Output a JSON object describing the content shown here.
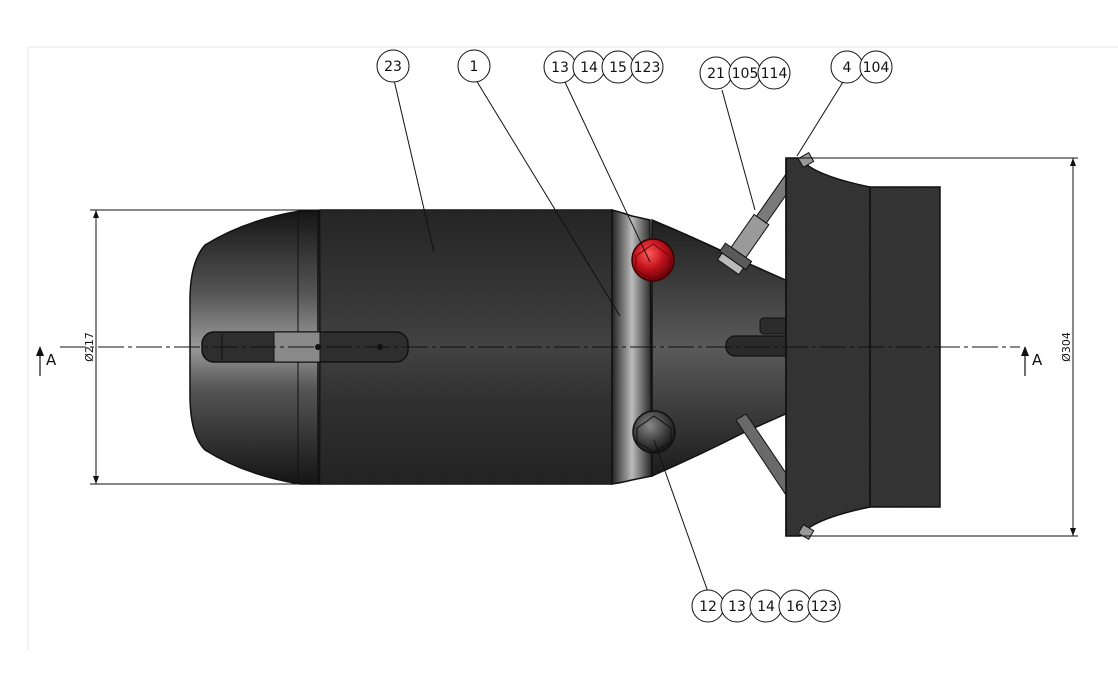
{
  "balloon_groups": [
    {
      "id": "g23",
      "labels": [
        "23"
      ]
    },
    {
      "id": "g1",
      "labels": [
        "1"
      ]
    },
    {
      "id": "g13",
      "labels": [
        "13",
        "14",
        "15",
        "123"
      ]
    },
    {
      "id": "g21",
      "labels": [
        "21",
        "105",
        "114"
      ]
    },
    {
      "id": "g4",
      "labels": [
        "4",
        "104"
      ]
    },
    {
      "id": "g12",
      "labels": [
        "12",
        "13",
        "14",
        "16",
        "123"
      ]
    }
  ],
  "dimensions": {
    "body_diameter": "Ø217",
    "flange_diameter": "Ø304"
  },
  "section": {
    "left_label": "A",
    "right_label": "A"
  },
  "colors": {
    "body": "#2b2b2b",
    "red_plug": "#c1121c",
    "line": "#111111"
  }
}
